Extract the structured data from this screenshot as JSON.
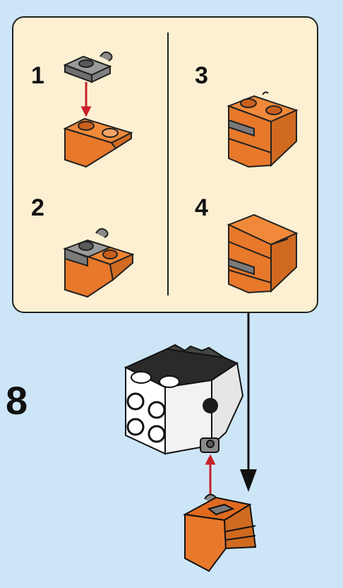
{
  "main_step": {
    "number": "8"
  },
  "substeps": [
    {
      "number": "1"
    },
    {
      "number": "2"
    },
    {
      "number": "3"
    },
    {
      "number": "4"
    }
  ],
  "colors": {
    "page_background": "#cde6f7",
    "panel_background": "#fdf0d2",
    "brick_orange": "#e8782a",
    "brick_gray": "#8a8a8a",
    "brick_white": "#ffffff",
    "brick_black": "#1a1a1a",
    "arrow_red": "#c8202a",
    "arrow_black": "#111111"
  }
}
